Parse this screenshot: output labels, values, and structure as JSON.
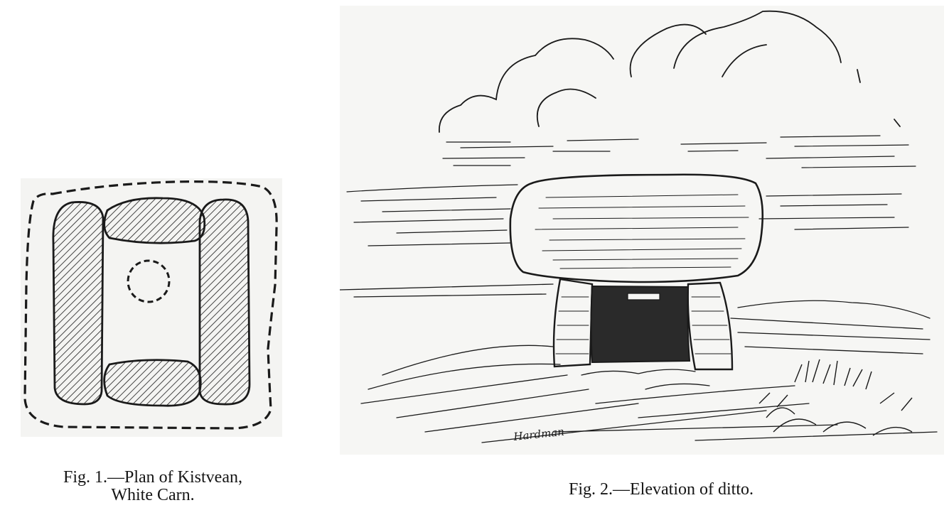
{
  "figures": [
    {
      "id": "fig1",
      "caption_lines": [
        "Fig. 1.—Plan of Kistvean,",
        "White Carn."
      ]
    },
    {
      "id": "fig2",
      "caption_lines": [
        "Fig. 2.—Elevation of ditto."
      ],
      "signature": "Hardman"
    }
  ],
  "colors": {
    "ink": "#1a1a1a",
    "paper": "#f5f5f3",
    "page": "#ffffff"
  }
}
